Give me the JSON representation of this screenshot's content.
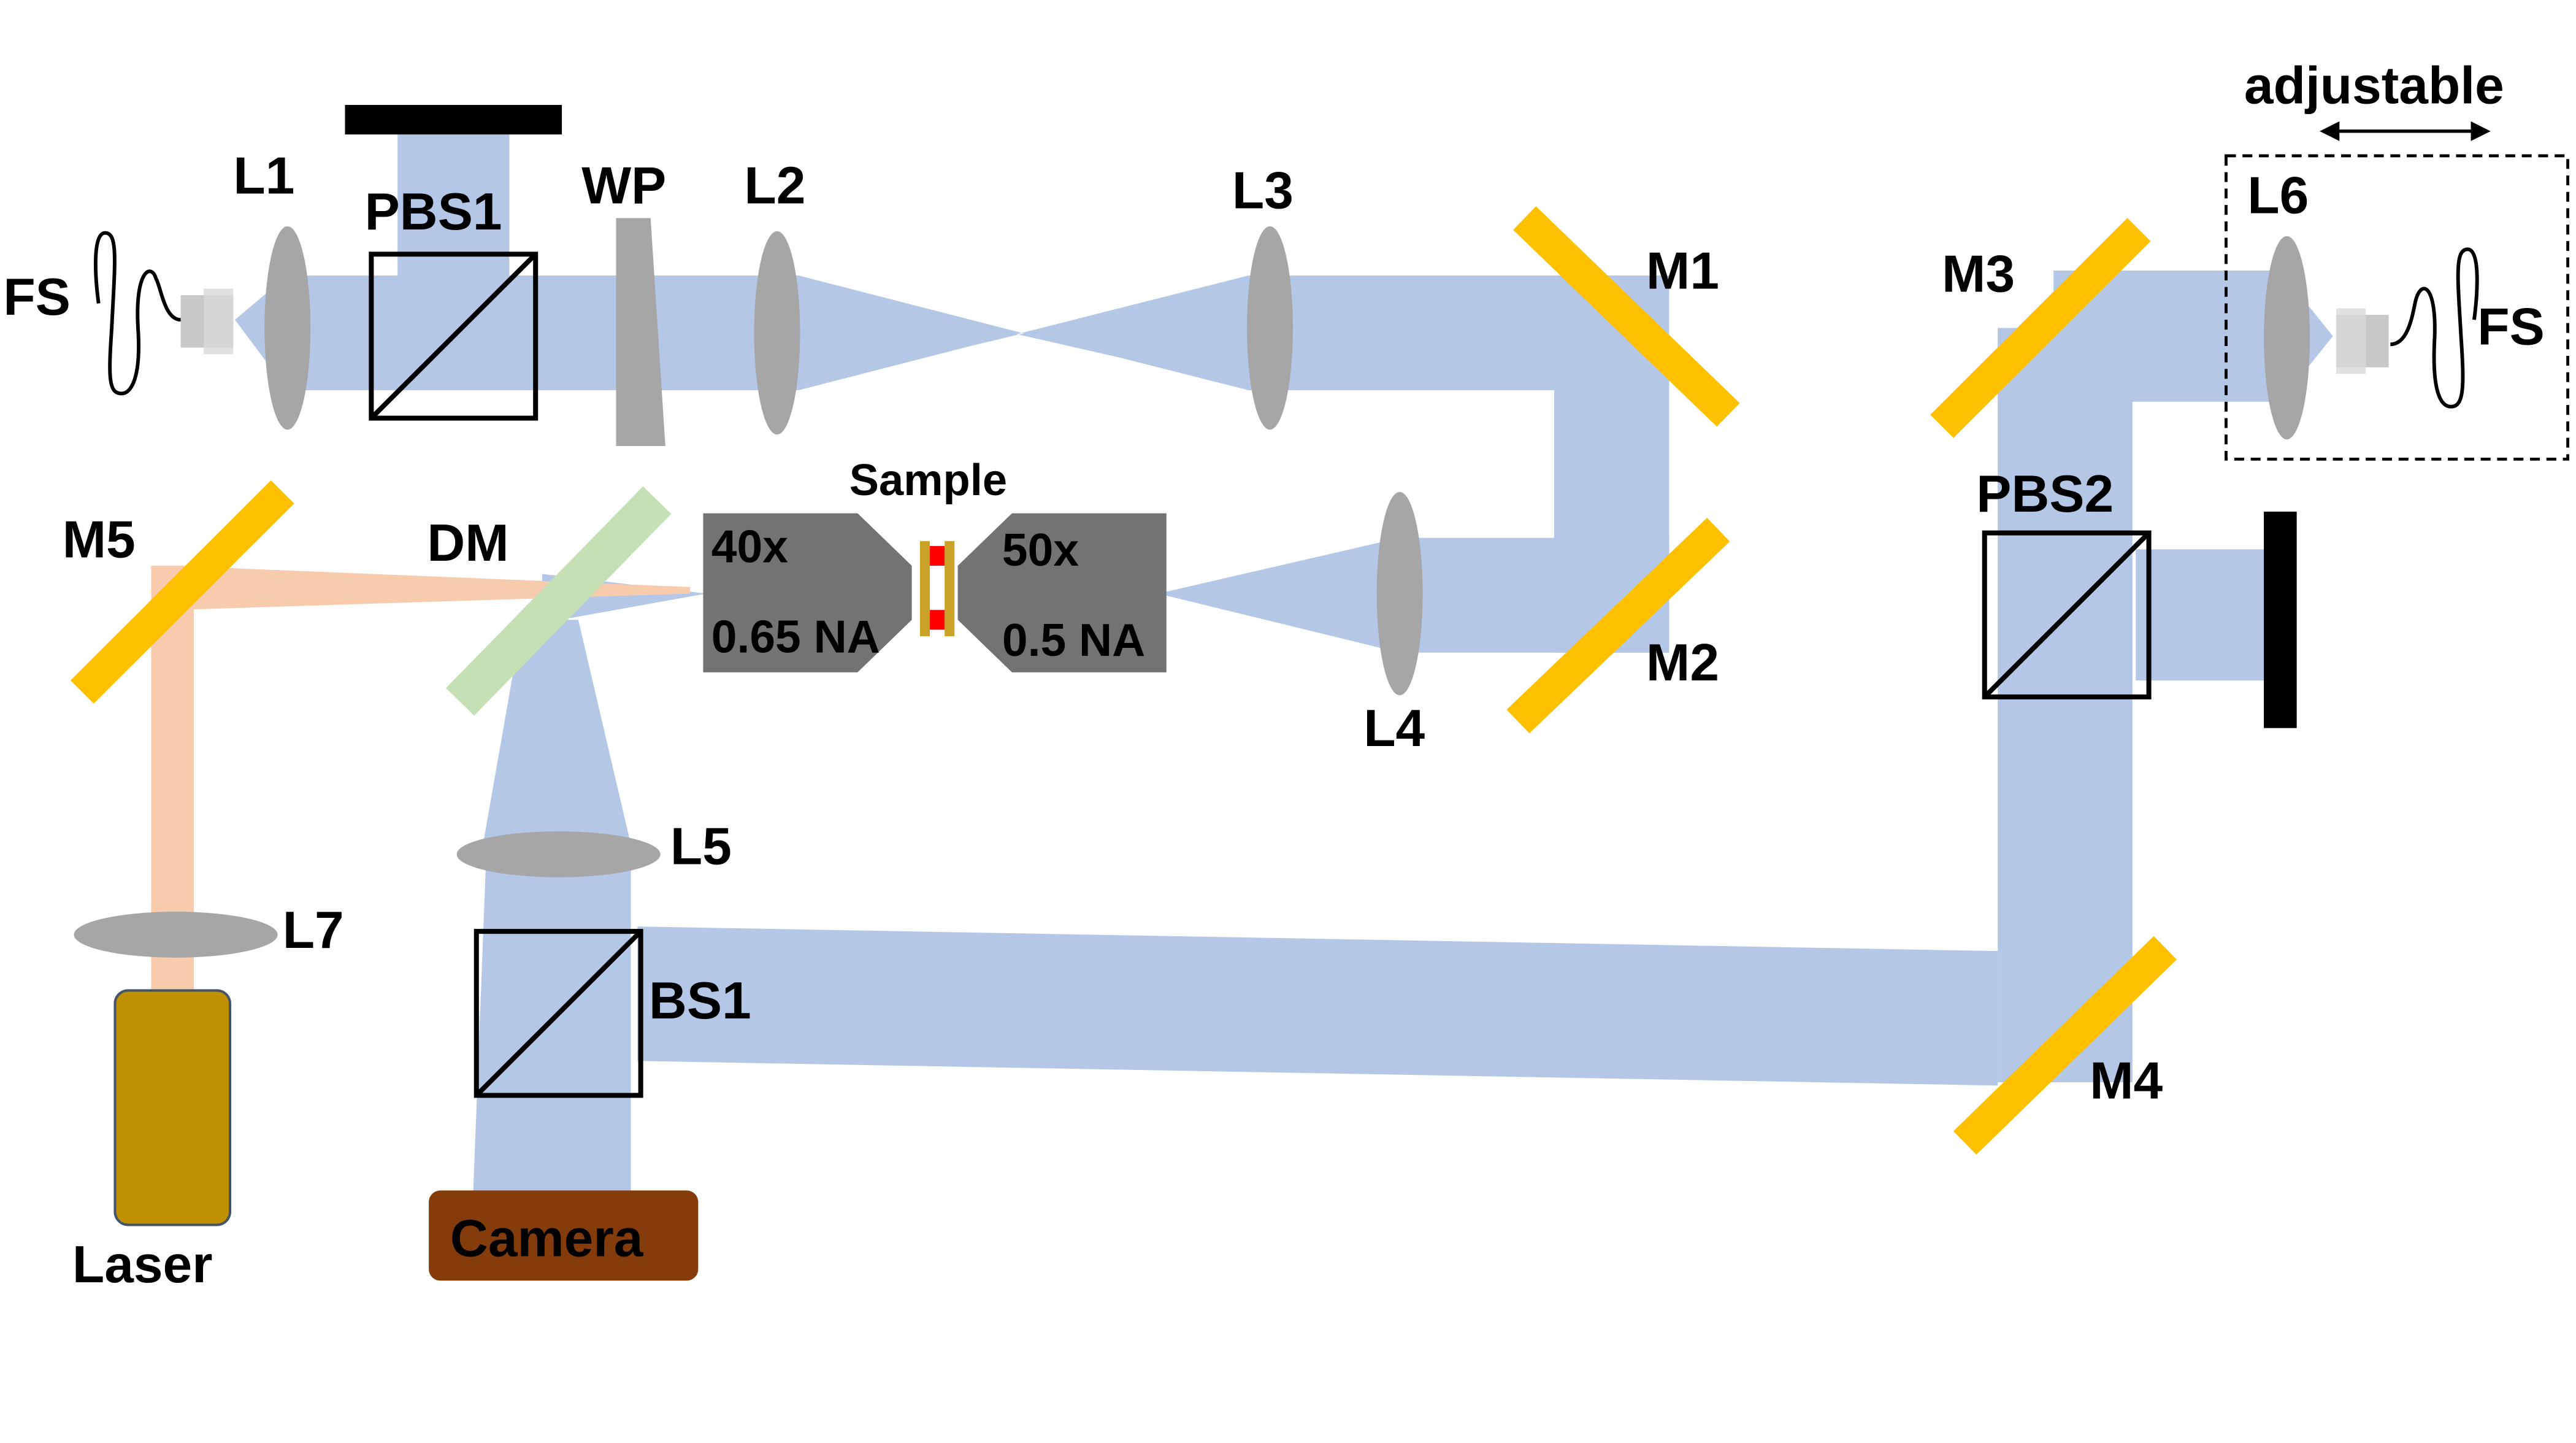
{
  "labels": {
    "fs_left": "FS",
    "fs_right": "FS",
    "l1": "L1",
    "l2": "L2",
    "l3": "L3",
    "l4": "L4",
    "l5": "L5",
    "l6": "L6",
    "l7": "L7",
    "pbs1": "PBS1",
    "pbs2": "PBS2",
    "bs1": "BS1",
    "wp": "WP",
    "dm": "DM",
    "m1": "M1",
    "m2": "M2",
    "m3": "M3",
    "m4": "M4",
    "m5": "M5",
    "sample": "Sample",
    "objective_left_mag": "40x",
    "objective_left_na": "0.65 NA",
    "objective_right_mag": "50x",
    "objective_right_na": "0.5 NA",
    "adjustable": "adjustable",
    "laser": "Laser",
    "camera": "Camera"
  },
  "colors": {
    "beam": "#b4c7e7",
    "laser_beam": "#f8cbad",
    "mirror": "#ffc000",
    "lens": "#a6a6a6",
    "waveplate": "#a6a6a6",
    "dichroic": "#c5e0b4",
    "objective": "#737373",
    "laser_body": "#bf9000",
    "camera_body": "#843c0c",
    "beam_block": "#000000",
    "sample_red": "#ff0000",
    "sample_frame": "#c9a227"
  }
}
